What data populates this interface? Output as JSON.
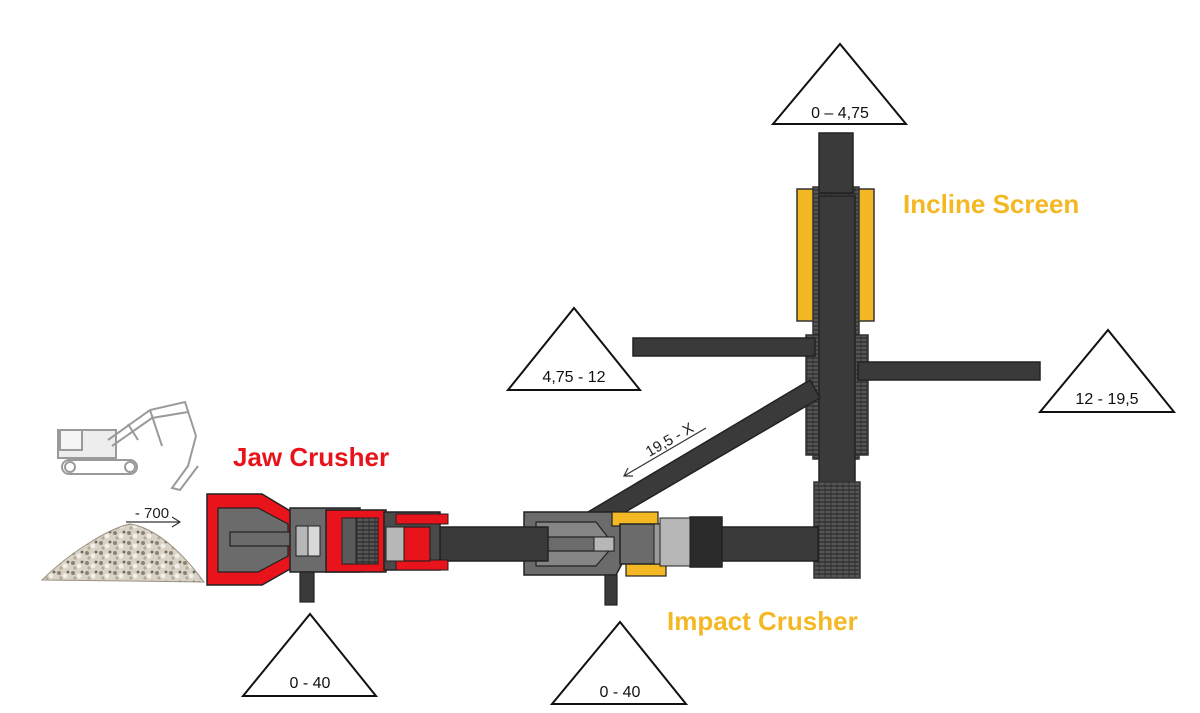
{
  "titles": {
    "jaw_crusher": "Jaw Crusher",
    "impact_crusher": "Impact Crusher",
    "incline_screen": "Incline Screen"
  },
  "feed_size": "- 700",
  "recirculation_label": "19,5 - X",
  "size_fractions": {
    "screen_top": "0 – 4,75",
    "screen_left": "4,75 - 12",
    "screen_right": "12 - 19,5",
    "jaw_discharge": "0 - 40",
    "impact_discharge": "0 - 40"
  },
  "colors": {
    "jaw": "#e8131b",
    "screen": "#f4b824",
    "equipment": "#3a3a3a",
    "body": "#6b6b6b",
    "light": "#b7b7b7"
  },
  "icons": [
    "excavator-icon",
    "rock-pile-icon"
  ]
}
